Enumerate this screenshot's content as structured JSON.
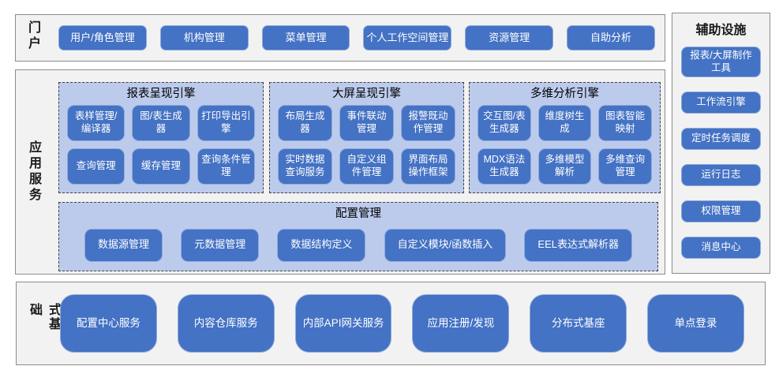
{
  "diagram": {
    "portal": {
      "label": "门户",
      "items": [
        "用户/角色管理",
        "机构管理",
        "菜单管理",
        "个人工作空间管理",
        "资源管理",
        "自助分析"
      ]
    },
    "app_services": {
      "label": "应用服务",
      "engines": [
        {
          "title": "报表呈现引擎",
          "items": [
            "表样管理/编译器",
            "图/表生成器",
            "打印导出引擎",
            "查询管理",
            "缓存管理",
            "查询条件管理"
          ]
        },
        {
          "title": "大屏呈现引擎",
          "items": [
            "布局生成器",
            "事件联动管理",
            "报警既动作管理",
            "实时数据查询服务",
            "自定义组件管理",
            "界面布局操作框架"
          ]
        },
        {
          "title": "多维分析引擎",
          "items": [
            "交互图/表生成器",
            "维度树生成",
            "图表智能映射",
            "MDX语法生成器",
            "多维模型解析",
            "多维查询管理"
          ]
        }
      ],
      "config": {
        "title": "配置管理",
        "items": [
          "数据源管理",
          "元数据管理",
          "数据结构定义",
          "自定义模块/函数插入",
          "EEL表达式解析器"
        ]
      }
    },
    "aux": {
      "label": "辅助设施",
      "items": [
        "报表/大屏制作工具",
        "工作流引擎",
        "定时任务调度",
        "运行日志",
        "权限管理",
        "消息中心"
      ]
    },
    "foundation": {
      "label": "分布式基础",
      "items": [
        "配置中心服务",
        "内容仓库服务",
        "内部API网关服务",
        "应用注册/发现",
        "分布式基座",
        "单点登录"
      ]
    }
  },
  "colors": {
    "node_fill": "#4472C4",
    "node_border": "#8FAADC",
    "group_fill": "#BCCBEC",
    "group_border": "#404040",
    "panel_fill": "#F2F2F2",
    "panel_border": "#8C8C8C",
    "text_dark": "#1A1A1A",
    "text_light": "#FFFFFF"
  }
}
